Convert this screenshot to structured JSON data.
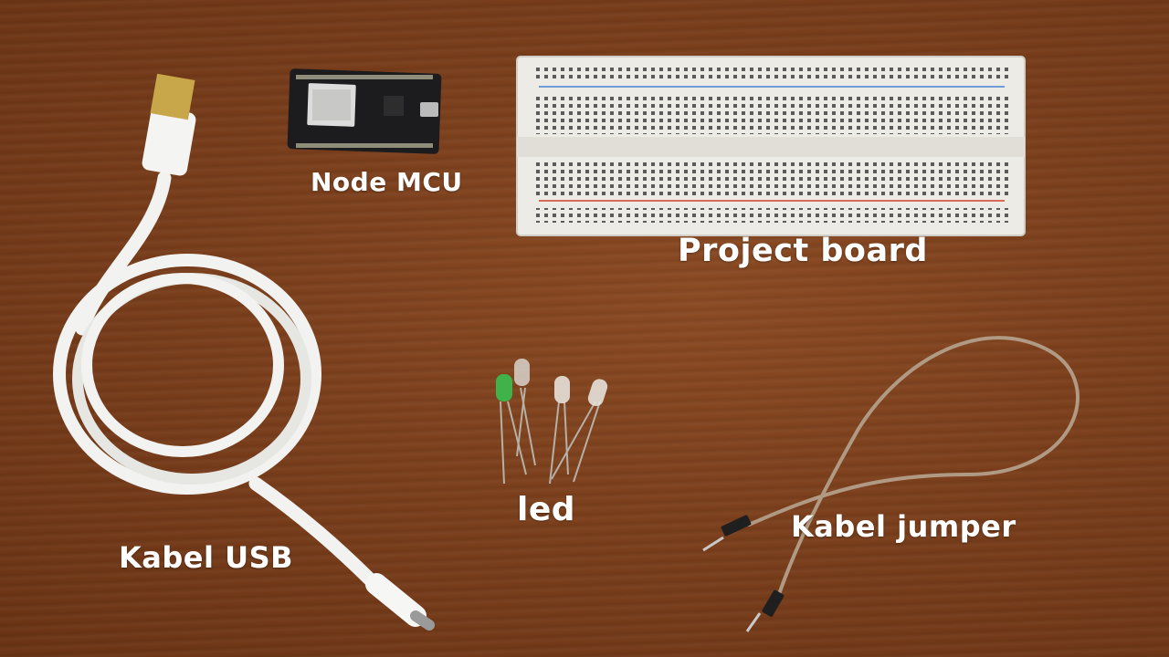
{
  "labels": {
    "node_mcu": "Node MCU",
    "project_board": "Project board",
    "led": "led",
    "usb_cable": "Kabel USB",
    "jumper_cable": "Kabel jumper"
  },
  "colors": {
    "table": "#7b3f1c",
    "label_text": "#ffffff",
    "board_white": "#ecebe6",
    "cable_white": "#f2f2f0",
    "pcb_black": "#1c1c1e",
    "led_green": "#3fb34a"
  }
}
